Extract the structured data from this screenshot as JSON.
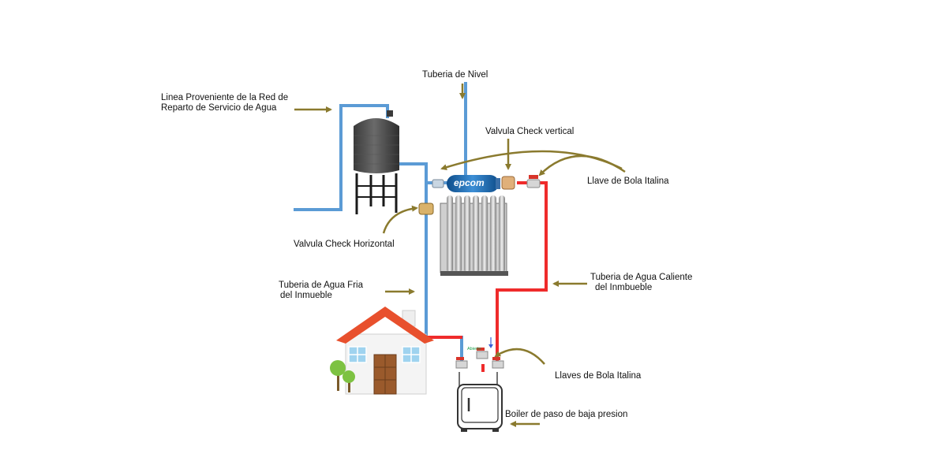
{
  "labels": {
    "supply_line": [
      "Linea Proveniente de la Red de",
      "Reparto de Servicio de Agua"
    ],
    "level_pipe": "Tuberia de Nivel",
    "check_valve_vertical": "Valvula Check vertical",
    "ball_valve": "Llave de Bola Italina",
    "check_valve_horizontal": "Valvula Check Horizontal",
    "cold_water_pipe": [
      "Tuberia de Agua Fria",
      "del Inmueble"
    ],
    "hot_water_pipe": [
      "Tuberia de Agua Caliente",
      "del Inmbueble"
    ],
    "ball_valves": "Llaves de Bola Italina",
    "boiler": "Boiler de paso de baja presion"
  },
  "heater_brand": "epcom",
  "valve_mark": "Abierto",
  "colors": {
    "cold_pipe": "#5b9bd5",
    "hot_pipe": "#ef2b2b",
    "pointer_arrow": "#8a7a2e",
    "tank": "#454545",
    "roof": "#e8502d",
    "wall": "#f4f4f4",
    "door": "#9a5a2c",
    "tree": "#7dc242"
  }
}
